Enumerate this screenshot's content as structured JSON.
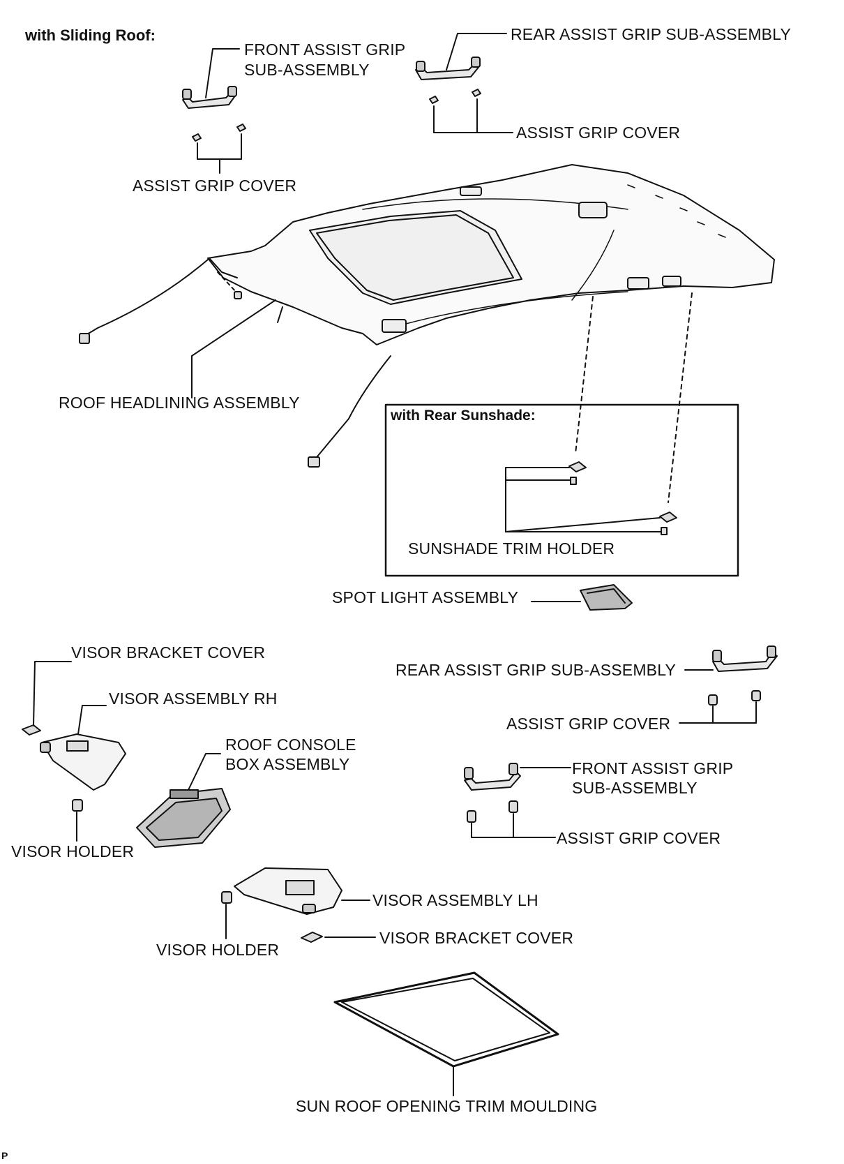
{
  "headers": {
    "sliding_roof": "with Sliding Roof:",
    "rear_sunshade": "with Rear Sunshade:"
  },
  "labels": {
    "front_grip_top_1": "FRONT ASSIST GRIP",
    "front_grip_top_2": "SUB-ASSEMBLY",
    "rear_grip_top": "REAR ASSIST GRIP SUB-ASSEMBLY",
    "grip_cover_top_right": "ASSIST GRIP COVER",
    "grip_cover_top_left": "ASSIST GRIP COVER",
    "roof_headlining": "ROOF HEADLINING ASSEMBLY",
    "sunshade_trim_holder": "SUNSHADE TRIM HOLDER",
    "spot_light": "SPOT LIGHT ASSEMBLY",
    "visor_bracket_cover_top": "VISOR BRACKET COVER",
    "visor_rh": "VISOR ASSEMBLY RH",
    "roof_console_1": "ROOF CONSOLE",
    "roof_console_2": "BOX ASSEMBLY",
    "visor_holder_left": "VISOR HOLDER",
    "rear_grip_bottom": "REAR ASSIST GRIP SUB-ASSEMBLY",
    "grip_cover_bottom_1": "ASSIST GRIP COVER",
    "front_grip_bottom_1": "FRONT ASSIST GRIP",
    "front_grip_bottom_2": "SUB-ASSEMBLY",
    "grip_cover_bottom_2": "ASSIST GRIP COVER",
    "visor_lh": "VISOR ASSEMBLY LH",
    "visor_bracket_cover_bottom": "VISOR BRACKET COVER",
    "visor_holder_bottom": "VISOR HOLDER",
    "sunroof_trim": "SUN ROOF OPENING TRIM MOULDING"
  },
  "corner_code": "P"
}
